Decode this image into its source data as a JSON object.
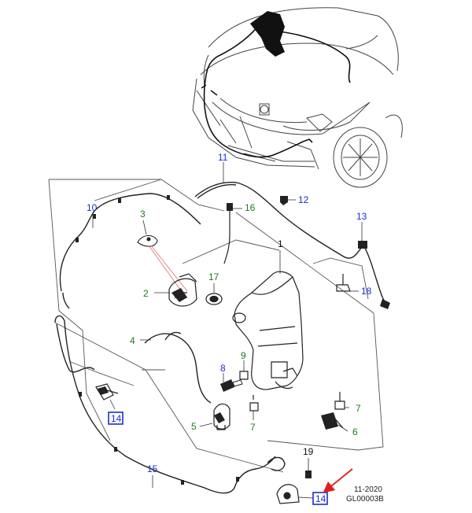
{
  "callouts": [
    {
      "id": "c1",
      "text": "1",
      "color": "#111111"
    },
    {
      "id": "c2",
      "text": "2",
      "color": "#1f7a1f"
    },
    {
      "id": "c3",
      "text": "3",
      "color": "#1f7a1f"
    },
    {
      "id": "c4",
      "text": "4",
      "color": "#1f7a1f"
    },
    {
      "id": "c5",
      "text": "5",
      "color": "#1f7a1f"
    },
    {
      "id": "c6",
      "text": "6",
      "color": "#1f7a1f"
    },
    {
      "id": "c7a",
      "text": "7",
      "color": "#1f7a1f"
    },
    {
      "id": "c7b",
      "text": "7",
      "color": "#1f7a1f"
    },
    {
      "id": "c8",
      "text": "8",
      "color": "#1a2fd0"
    },
    {
      "id": "c9",
      "text": "9",
      "color": "#1f7a1f"
    },
    {
      "id": "c10",
      "text": "10",
      "color": "#1a2fd0"
    },
    {
      "id": "c11",
      "text": "11",
      "color": "#1a2fd0"
    },
    {
      "id": "c12",
      "text": "12",
      "color": "#1a2fd0"
    },
    {
      "id": "c13",
      "text": "13",
      "color": "#1a2fd0"
    },
    {
      "id": "c14a",
      "text": "14",
      "color": "#1a2fd0"
    },
    {
      "id": "c14b",
      "text": "14",
      "color": "#1a2fd0"
    },
    {
      "id": "c15",
      "text": "15",
      "color": "#1a2fd0"
    },
    {
      "id": "c16",
      "text": "16",
      "color": "#1f7a1f"
    },
    {
      "id": "c17",
      "text": "17",
      "color": "#1f7a1f"
    },
    {
      "id": "c18",
      "text": "18",
      "color": "#1a2fd0"
    },
    {
      "id": "c19",
      "text": "19",
      "color": "#111111"
    }
  ],
  "footer": {
    "date": "11-2020",
    "code": "GL00003B"
  },
  "colors": {
    "line": "#222222",
    "highlight_arrow": "#e02020",
    "box": "#1a2fd0"
  }
}
